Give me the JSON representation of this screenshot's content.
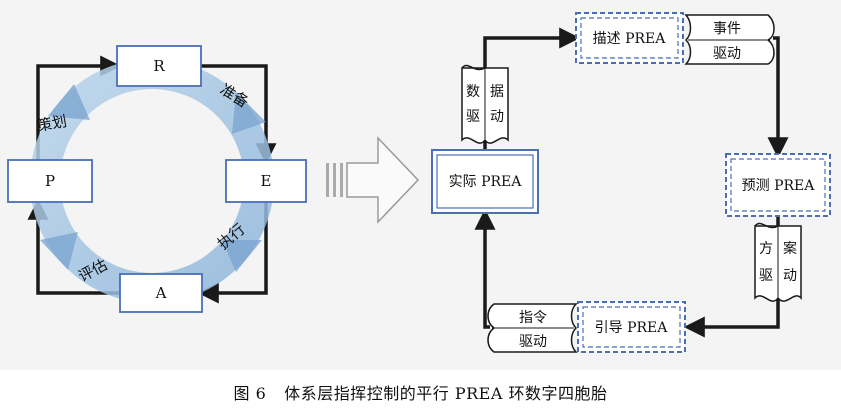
{
  "left_diagram": {
    "nodes": {
      "r": "R",
      "e": "E",
      "a": "A",
      "p": "P"
    },
    "arc_labels": {
      "prepare": "准备",
      "execute": "执行",
      "evaluate": "评估",
      "plan": "策划"
    }
  },
  "right_diagram": {
    "actual": "实际 PREA",
    "describe": "描述 PREA",
    "predict": "预测 PREA",
    "guide": "引导 PREA",
    "data_driven": [
      "数",
      "据",
      "驱",
      "动"
    ],
    "event_driven": [
      "事件",
      "驱动"
    ],
    "plan_driven": [
      "方",
      "案",
      "驱",
      "动"
    ],
    "command_driven": [
      "指令",
      "驱动"
    ]
  },
  "colors": {
    "ring": "#9cc0e0",
    "box_border": "#4a6fb5",
    "line": "#1a1a1a"
  },
  "caption": {
    "figure": "图 6",
    "title": "体系层指挥控制的平行 PREA 环数字四胞胎"
  }
}
